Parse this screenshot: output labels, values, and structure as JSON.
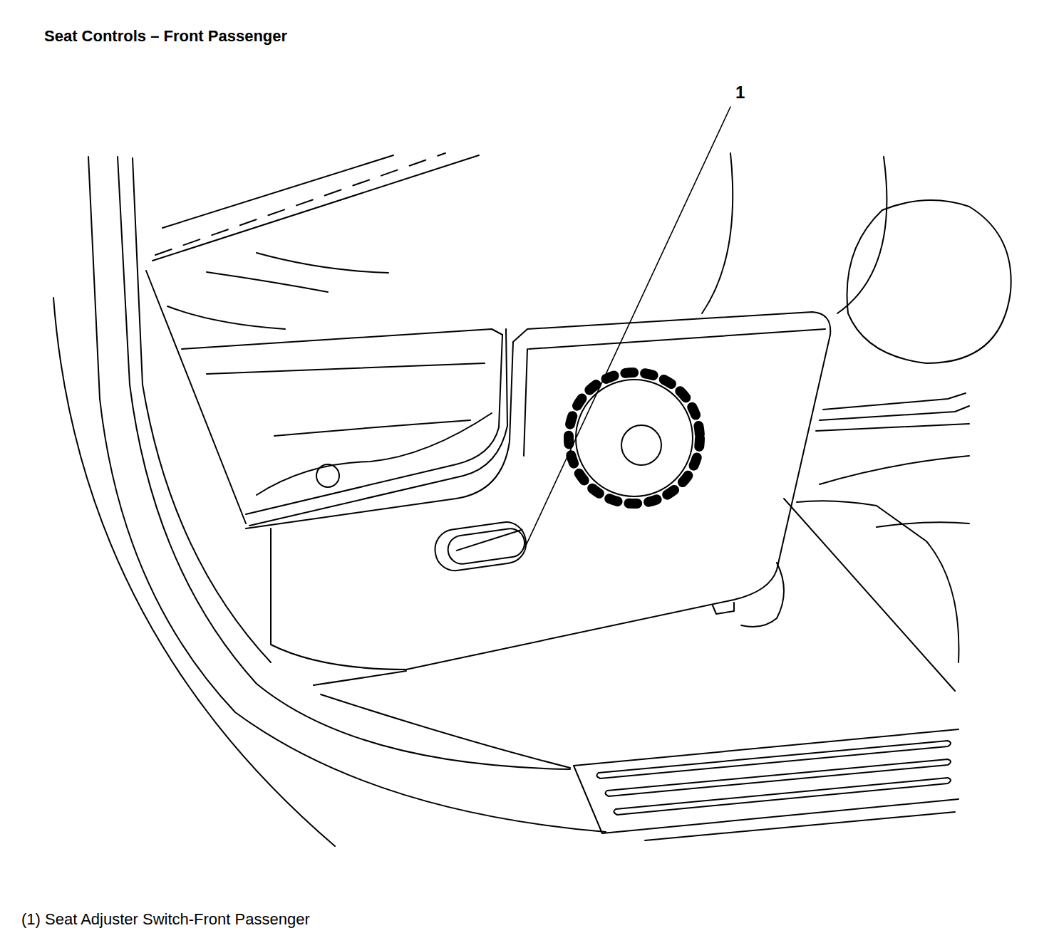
{
  "diagram": {
    "title": "Seat Controls – Front Passenger",
    "caption": "(1) Seat Adjuster Switch-Front Passenger",
    "labels": [
      "1"
    ]
  }
}
